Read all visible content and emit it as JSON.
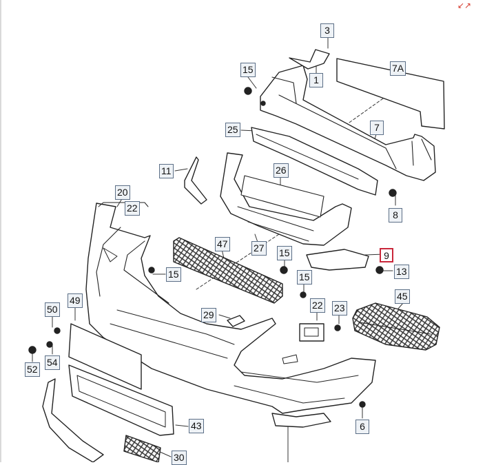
{
  "toolbar": {
    "expand_icon": "expand-icon",
    "expand_glyph": "↙↗"
  },
  "diagram": {
    "highlighted_part": "9",
    "callouts": [
      {
        "id": "3",
        "label": "3"
      },
      {
        "id": "1",
        "label": "1"
      },
      {
        "id": "7A",
        "label": "7A"
      },
      {
        "id": "15a",
        "label": "15"
      },
      {
        "id": "25",
        "label": "25"
      },
      {
        "id": "7",
        "label": "7"
      },
      {
        "id": "11",
        "label": "11"
      },
      {
        "id": "26",
        "label": "26"
      },
      {
        "id": "20",
        "label": "20"
      },
      {
        "id": "22a",
        "label": "22"
      },
      {
        "id": "8",
        "label": "8"
      },
      {
        "id": "47",
        "label": "47"
      },
      {
        "id": "27",
        "label": "27"
      },
      {
        "id": "15b",
        "label": "15"
      },
      {
        "id": "9",
        "label": "9"
      },
      {
        "id": "13",
        "label": "13"
      },
      {
        "id": "15c",
        "label": "15"
      },
      {
        "id": "15d",
        "label": "15"
      },
      {
        "id": "45",
        "label": "45"
      },
      {
        "id": "49",
        "label": "49"
      },
      {
        "id": "22b",
        "label": "22"
      },
      {
        "id": "23",
        "label": "23"
      },
      {
        "id": "29",
        "label": "29"
      },
      {
        "id": "50",
        "label": "50"
      },
      {
        "id": "54",
        "label": "54"
      },
      {
        "id": "52",
        "label": "52"
      },
      {
        "id": "43",
        "label": "43"
      },
      {
        "id": "6",
        "label": "6"
      },
      {
        "id": "30",
        "label": "30"
      }
    ]
  }
}
